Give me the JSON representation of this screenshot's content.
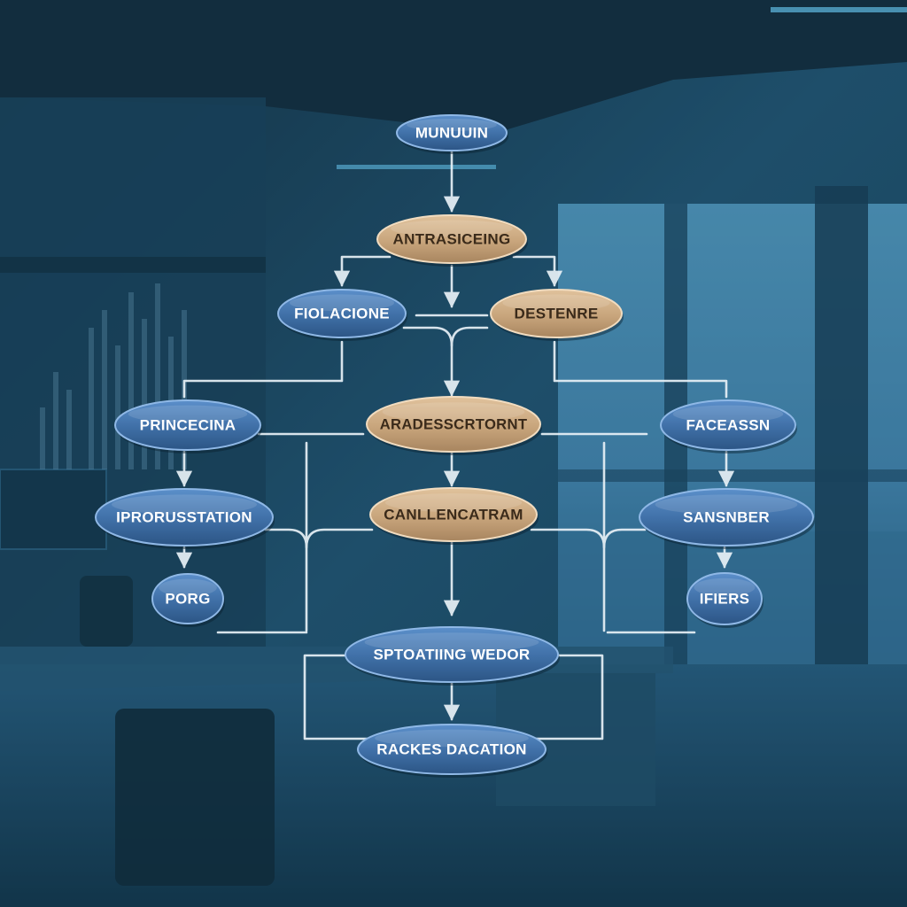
{
  "nodes": [
    {
      "id": "munuuin",
      "label": "MUNUUIN",
      "style": "blue"
    },
    {
      "id": "antrasiceing",
      "label": "ANTRASICEING",
      "style": "tan"
    },
    {
      "id": "fiolacione",
      "label": "FIOLACIONE",
      "style": "blue"
    },
    {
      "id": "destenre",
      "label": "DESTENRE",
      "style": "tan"
    },
    {
      "id": "princecina",
      "label": "PRINCECINA",
      "style": "blue"
    },
    {
      "id": "aradesscrtornt",
      "label": "ARADESSCRTORNT",
      "style": "tan"
    },
    {
      "id": "faceassn",
      "label": "FACEASSN",
      "style": "blue"
    },
    {
      "id": "iprorusstation",
      "label": "IPRORUSSTATION",
      "style": "blue"
    },
    {
      "id": "canllencatram",
      "label": "CANLLENCATRAM",
      "style": "tan"
    },
    {
      "id": "sansnber",
      "label": "SANSNBER",
      "style": "blue"
    },
    {
      "id": "porg",
      "label": "PORG",
      "style": "blue"
    },
    {
      "id": "ifiers",
      "label": "IFIERS",
      "style": "blue"
    },
    {
      "id": "spotaiing-wedor",
      "label": "SPTOATIING WEDOR",
      "style": "blue"
    },
    {
      "id": "rackes-dacation",
      "label": "RACKES DACATION",
      "style": "blue"
    }
  ],
  "edges": [
    {
      "from": "munuuin",
      "to": "antrasiceing"
    },
    {
      "from": "antrasiceing",
      "to": "fiolacione"
    },
    {
      "from": "antrasiceing",
      "to": "destenre"
    },
    {
      "from": "fiolacione",
      "to": "aradesscrtornt"
    },
    {
      "from": "destenre",
      "to": "aradesscrtornt"
    },
    {
      "from": "fiolacione",
      "to": "princecina"
    },
    {
      "from": "destenre",
      "to": "faceassn"
    },
    {
      "from": "aradesscrtornt",
      "to": "canllencatram"
    },
    {
      "from": "princecina",
      "to": "iprorusstation"
    },
    {
      "from": "faceassn",
      "to": "sansnber"
    },
    {
      "from": "iprorusstation",
      "to": "porg"
    },
    {
      "from": "sansnber",
      "to": "ifiers"
    },
    {
      "from": "canllencatram",
      "to": "spotaiing-wedor"
    },
    {
      "from": "spotaiing-wedor",
      "to": "rackes-dacation"
    }
  ],
  "colors": {
    "blue_node": "#3f6fa6",
    "tan_node": "#c8a57c",
    "connector": "#e8f1f7",
    "background": "#1f4a66"
  }
}
